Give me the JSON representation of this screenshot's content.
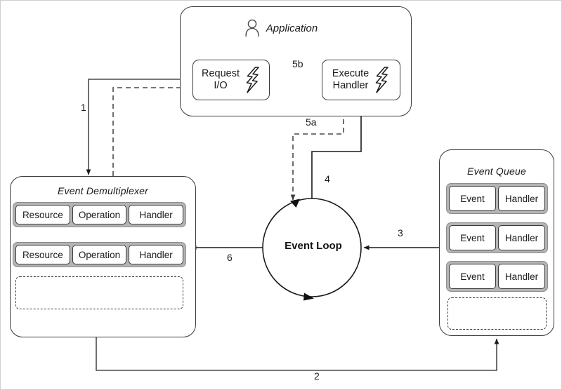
{
  "diagram": {
    "title": "Reactor pattern / event loop diagram",
    "stroke_color": "#3a3a3a",
    "slot_frame_color": "#b4b4b4"
  },
  "application": {
    "title": "Application",
    "icon": "person-icon",
    "actions": [
      {
        "name": "request-io",
        "label": "Request\nI/O",
        "icon": "lightning-bolt-icon"
      },
      {
        "name": "execute-handler",
        "label": "Execute\nHandler",
        "icon": "lightning-bolt-icon"
      }
    ]
  },
  "event_demultiplexer": {
    "title": "Event Demultiplexer",
    "columns": [
      "Resource",
      "Operation",
      "Handler"
    ],
    "rows": [
      [
        "Resource",
        "Operation",
        "Handler"
      ],
      [
        "Resource",
        "Operation",
        "Handler"
      ]
    ],
    "empty_slot": ""
  },
  "event_queue": {
    "title": "Event Queue",
    "columns": [
      "Event",
      "Handler"
    ],
    "rows": [
      [
        "Event",
        "Handler"
      ],
      [
        "Event",
        "Handler"
      ],
      [
        "Event",
        "Handler"
      ]
    ],
    "empty_slot": ""
  },
  "event_loop": {
    "label": "Event Loop"
  },
  "edges": [
    {
      "id": "1",
      "label": "1",
      "style": "solid",
      "from": "request-io",
      "to": "event-demultiplexer"
    },
    {
      "id": "2",
      "label": "2",
      "style": "solid",
      "from": "event-demultiplexer",
      "to": "event-queue"
    },
    {
      "id": "3",
      "label": "3",
      "style": "solid",
      "from": "event-queue",
      "to": "event-loop"
    },
    {
      "id": "4",
      "label": "4",
      "style": "solid",
      "from": "event-loop",
      "to": "execute-handler"
    },
    {
      "id": "5a",
      "label": "5a",
      "style": "dashed",
      "from": "execute-handler",
      "to": "event-loop"
    },
    {
      "id": "5b",
      "label": "5b",
      "style": "solid",
      "from": "execute-handler",
      "to": "request-io"
    },
    {
      "id": "6",
      "label": "6",
      "style": "solid",
      "from": "event-loop",
      "to": "event-demultiplexer"
    }
  ]
}
